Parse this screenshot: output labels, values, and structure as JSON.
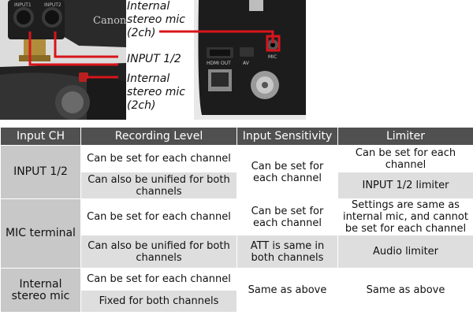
{
  "photos": {
    "left_camera_top": "Canon camera top handle with INPUT 1/2 XLR jacks and built-in stereo mic",
    "right_camera_side": "Camera side panel with HDMI, AV, MIC terminal and SDI connectors"
  },
  "camera_labels": {
    "brand": "Canon",
    "input1": "INPUT1",
    "input2": "INPUT2",
    "hdmi": "HDMI OUT",
    "av": "AV",
    "mic": "MIC"
  },
  "callouts": {
    "top_right_line1": "Internal",
    "top_right_line2": "stereo mic",
    "top_right_line3": "(2ch)",
    "input": "INPUT 1/2",
    "bottom_line1": "Internal",
    "bottom_line2": "stereo mic",
    "bottom_line3": "(2ch)"
  },
  "colors": {
    "callout_line": "#d8141b",
    "header_bg": "#505050",
    "row_header_bg": "#c8c8c8",
    "alt_row_bg": "#dedede"
  },
  "table": {
    "headers": [
      "Input CH",
      "Recording Level",
      "Input Sensitivity",
      "Limiter"
    ],
    "rows": {
      "input12": {
        "name": "INPUT 1/2",
        "level_a": "Can be set for each channel",
        "level_b": "Can also be unified for both channels",
        "sensitivity": "Can be set for each channel",
        "limiter_a": "Can be set for each channel",
        "limiter_b": "INPUT 1/2 limiter"
      },
      "mic": {
        "name": "MIC terminal",
        "level_a": "Can be set for each channel",
        "level_b": "Can also be unified for both channels",
        "sensitivity_a": "Can be set for each channel",
        "sensitivity_b": "ATT is same in both channels",
        "limiter_a": "Settings are same as internal mic, and cannot be set for each channel",
        "limiter_b": "Audio limiter"
      },
      "internal": {
        "name": "Internal stereo mic",
        "level_a": "Can be set for each channel",
        "level_b": "Fixed for both channels",
        "sensitivity": "Same as above",
        "limiter": "Same as above"
      }
    }
  }
}
